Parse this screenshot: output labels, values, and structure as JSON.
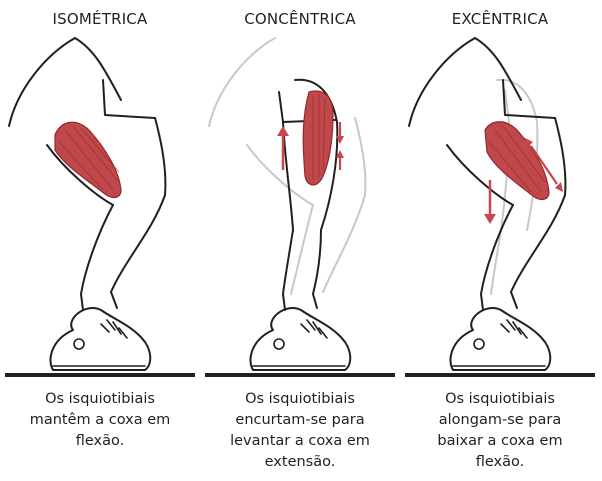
{
  "panels": [
    {
      "id": "isometrica",
      "title": "ISOMÉTRICA",
      "caption": [
        "Os isquiotibiais",
        "mantêm a coxa em",
        "flexão."
      ]
    },
    {
      "id": "concentrica",
      "title": "CONCÊNTRICA",
      "caption": [
        "Os isquiotibiais",
        "encurtam-se para",
        "levantar a coxa em",
        "extensão."
      ]
    },
    {
      "id": "excentrica",
      "title": "EXCÊNTRICA",
      "caption": [
        "Os isquiotibiais",
        "alongam-se para",
        "baixar a coxa em",
        "flexão."
      ]
    }
  ],
  "colors": {
    "outline": "#231f20",
    "ghost_outline": "#c8c8c8",
    "muscle": "#c0474a",
    "muscle_dark": "#8e2a2f",
    "arrow": "#c9464c",
    "floor": "#231f20"
  }
}
